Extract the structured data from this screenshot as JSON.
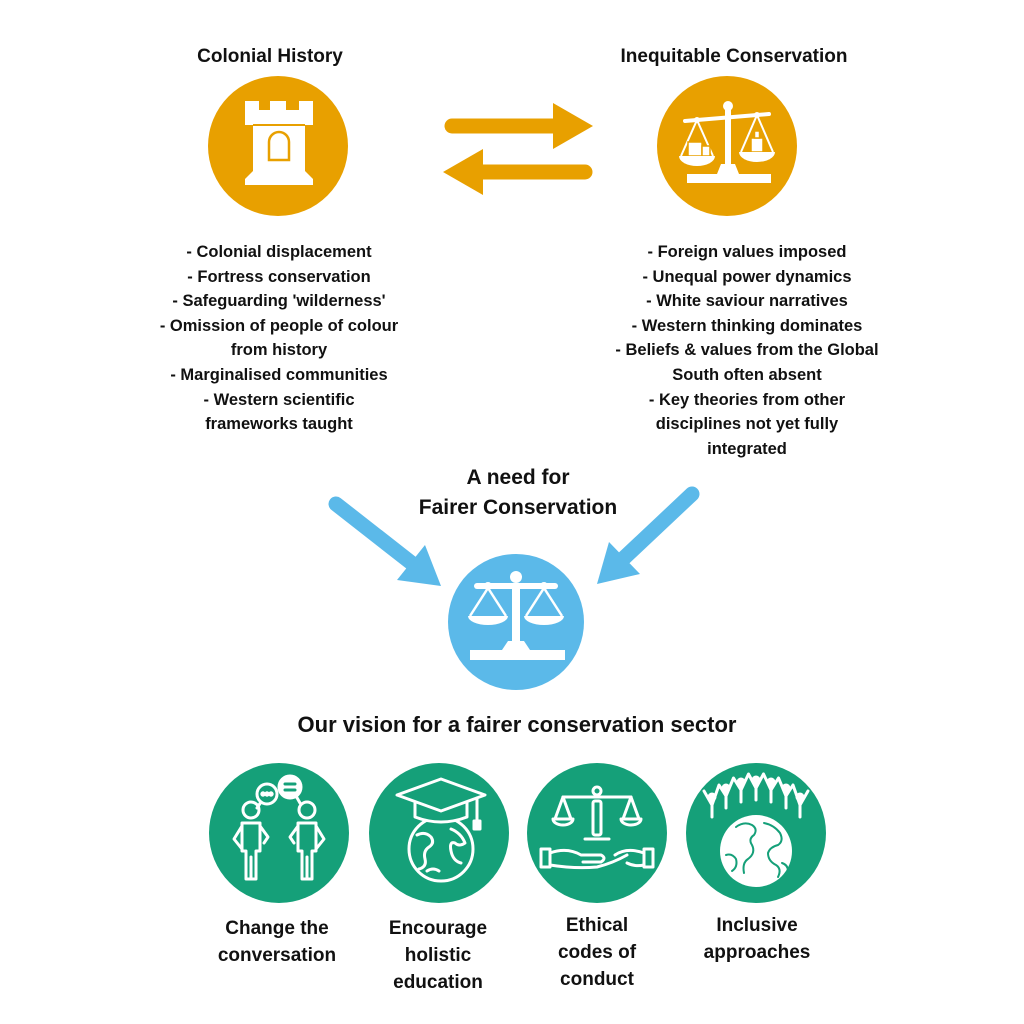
{
  "colors": {
    "orange": "#E8A000",
    "blue": "#5BB9E9",
    "green": "#15A079",
    "text": "#111111"
  },
  "colonial_history": {
    "title": "Colonial History",
    "icon": "castle-tower-icon",
    "items": [
      {
        "lines": [
          "- Colonial displacement"
        ]
      },
      {
        "lines": [
          "- Fortress conservation"
        ]
      },
      {
        "lines": [
          "- Safeguarding 'wilderness'"
        ]
      },
      {
        "lines": [
          "- Omission of people of colour",
          "from history"
        ]
      },
      {
        "lines": [
          "- Marginalised communities"
        ]
      },
      {
        "lines": [
          "- Western scientific",
          "frameworks taught"
        ]
      }
    ]
  },
  "exchange_arrows": {
    "forward_icon": "arrow-right-icon",
    "back_icon": "arrow-left-icon"
  },
  "inequitable_conservation": {
    "title": "Inequitable Conservation",
    "icon": "balance-scale-weights-icon",
    "items": [
      {
        "lines": [
          "- Foreign values imposed"
        ]
      },
      {
        "lines": [
          "- Unequal power dynamics"
        ]
      },
      {
        "lines": [
          "- White saviour narratives"
        ]
      },
      {
        "lines": [
          "- Western thinking dominates"
        ]
      },
      {
        "lines": [
          "- Beliefs & values from the Global",
          "South often absent"
        ]
      },
      {
        "lines": [
          "- Key theories from other",
          "disciplines not yet fully",
          "integrated"
        ]
      }
    ]
  },
  "fairer_conservation": {
    "lines": [
      "A need for",
      "Fairer Conservation"
    ],
    "icon": "justice-scale-icon",
    "inflow_icons": [
      "arrow-down-right-icon",
      "arrow-down-left-icon"
    ]
  },
  "vision": {
    "title": "Our vision for a fairer conservation sector",
    "pillars": [
      {
        "lines": [
          "Change the",
          "conversation"
        ],
        "icon": "people-conversation-icon"
      },
      {
        "lines": [
          "Encourage",
          "holistic",
          "education"
        ],
        "icon": "globe-graduation-cap-icon"
      },
      {
        "lines": [
          "Ethical",
          "codes of",
          "conduct"
        ],
        "icon": "scales-in-hands-icon"
      },
      {
        "lines": [
          "Inclusive",
          "approaches"
        ],
        "icon": "globe-people-holding-hands-icon"
      }
    ]
  }
}
